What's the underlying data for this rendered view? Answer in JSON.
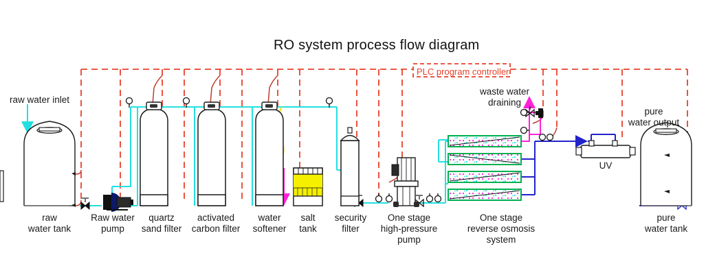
{
  "diagram": {
    "title": "RO system process flow diagram",
    "controller": {
      "label": "PLC program controller",
      "color": "#e8402a"
    }
  },
  "colors": {
    "raw_water_line": "#22e0e0",
    "drain_line": "#ff22d8",
    "brine_line": "#f2e400",
    "permeate_line": "#2222cc",
    "control_line": "#e8402a",
    "membrane_shell": "#00b050",
    "salt_fill": "#f5ef00",
    "outline": "#1a1a1a"
  },
  "labels": {
    "raw_water_inlet": "raw water inlet",
    "raw_water_tank": "raw\nwater tank",
    "raw_water_pump": "Raw water\npump",
    "quartz_sand_filter": "quartz\nsand filter",
    "activated_carbon_filter": "activated\ncarbon filter",
    "water_softener": "water\nsoftener",
    "salt_tank": "salt\ntank",
    "security_filter": "security\nfilter",
    "high_pressure_pump": "One stage\nhigh-pressure\npump",
    "ro_system": "One stage\nreverse osmosis\nsystem",
    "waste_water_draining": "waste water\ndraining",
    "uv": "UV",
    "pure_water_output": "pure\nwater output",
    "pure_water_tank": "pure\nwater tank"
  },
  "equipment": [
    {
      "id": "raw-water-tank",
      "label": "raw\nwater tank"
    },
    {
      "id": "raw-water-pump",
      "label": "Raw water\npump"
    },
    {
      "id": "quartz-sand-filter",
      "label": "quartz\nsand filter"
    },
    {
      "id": "activated-carbon-filter",
      "label": "activated\ncarbon filter"
    },
    {
      "id": "water-softener",
      "label": "water\nsoftener"
    },
    {
      "id": "salt-tank",
      "label": "salt\ntank"
    },
    {
      "id": "security-filter",
      "label": "security\nfilter"
    },
    {
      "id": "high-pressure-pump",
      "label": "One stage\nhigh-pressure\npump"
    },
    {
      "id": "ro-membrane-system",
      "label": "One stage\nreverse osmosis\nsystem"
    },
    {
      "id": "uv-sterilizer",
      "label": "UV"
    },
    {
      "id": "pure-water-tank",
      "label": "pure\nwater tank"
    }
  ],
  "streams": [
    {
      "id": "raw-water-inlet",
      "label": "raw water inlet",
      "color": "#22e0e0"
    },
    {
      "id": "waste-drain",
      "label": "waste water\ndraining",
      "color": "#ff22d8"
    },
    {
      "id": "pure-water-out",
      "label": "pure\nwater output",
      "color": "#2222cc"
    }
  ]
}
